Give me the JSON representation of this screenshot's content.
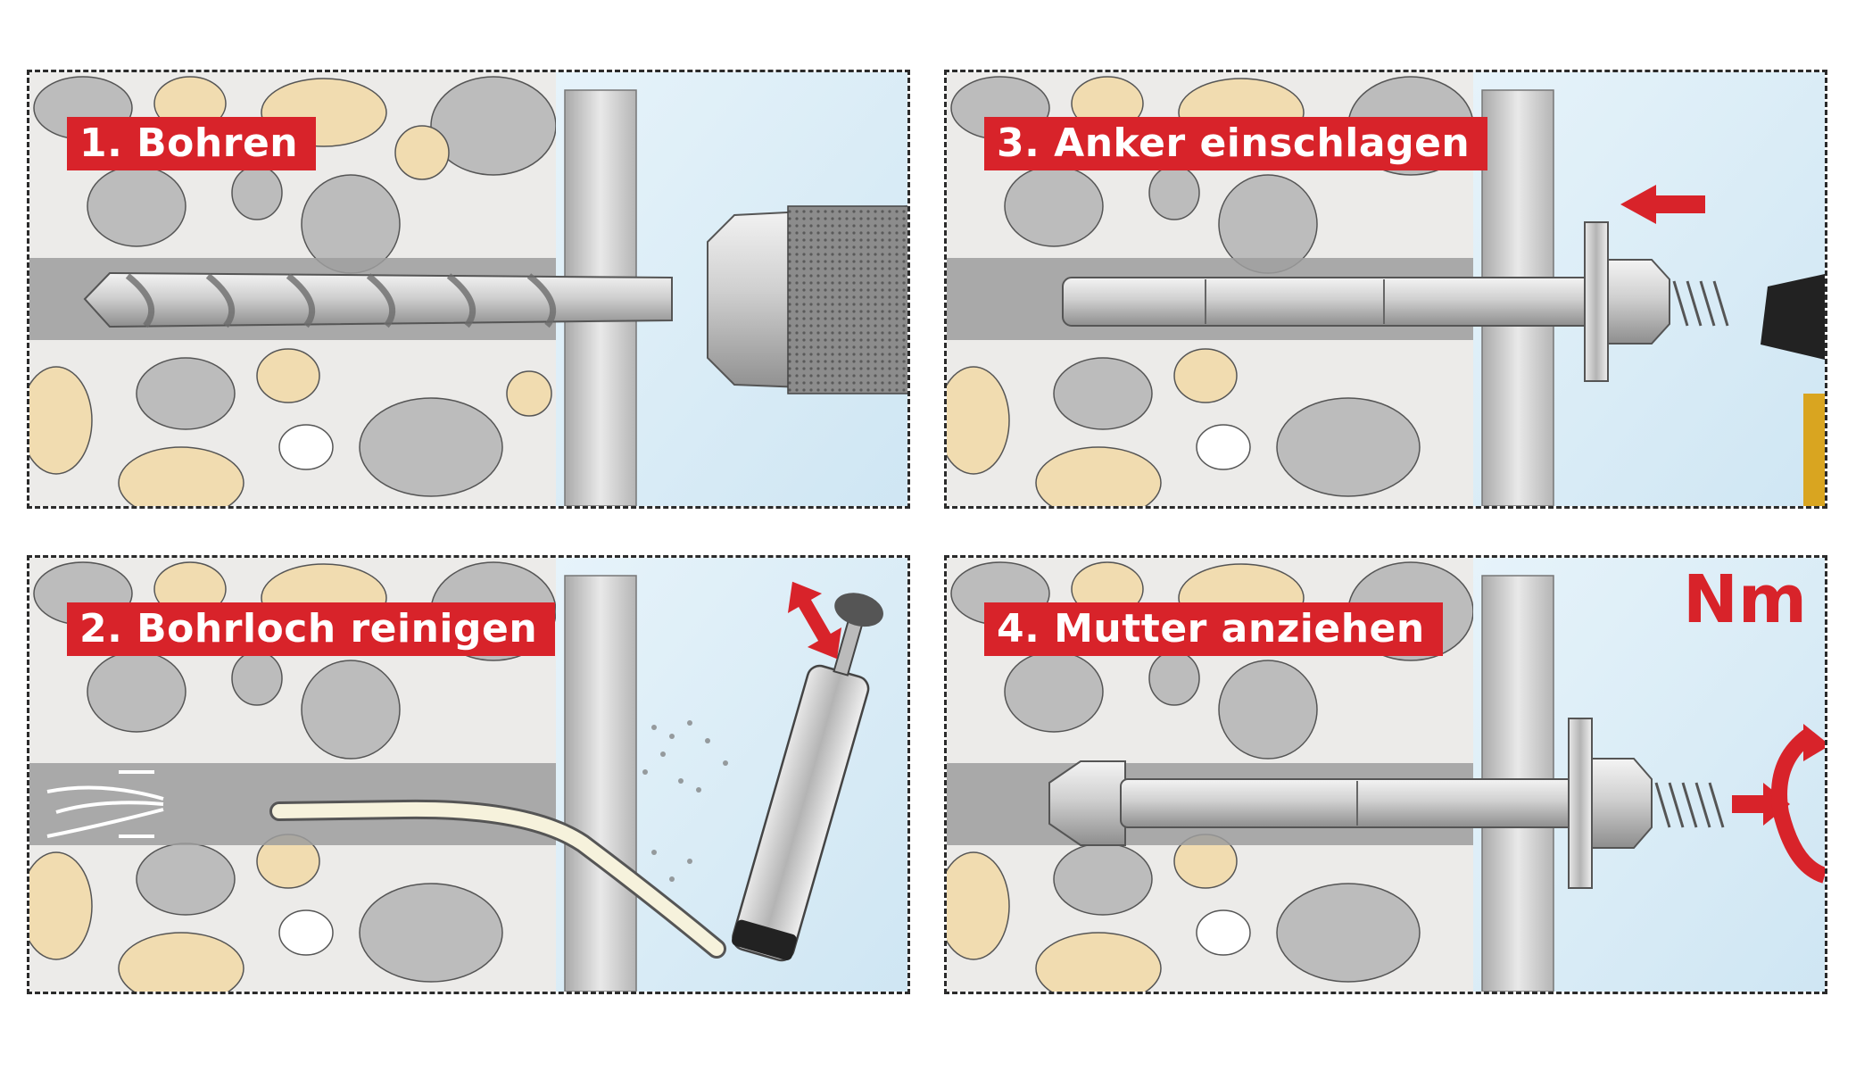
{
  "steps": [
    {
      "label": "1. Bohren"
    },
    {
      "label": "2. Bohrloch reinigen"
    },
    {
      "label": "3. Anker einschlagen"
    },
    {
      "label": "4. Mutter anziehen"
    }
  ],
  "torque_unit": "Nm",
  "icons": {
    "drill": "drill-bit-icon",
    "pump": "blow-out-pump-icon",
    "hammer": "hammer-icon",
    "torque": "torque-rotation-icon"
  },
  "colors": {
    "accent": "#d8232a",
    "concrete": "#ecebe9",
    "stone_grey": "#b8b8b8",
    "stone_sand": "#f1dcb0",
    "sky": "#d6eaf5"
  }
}
